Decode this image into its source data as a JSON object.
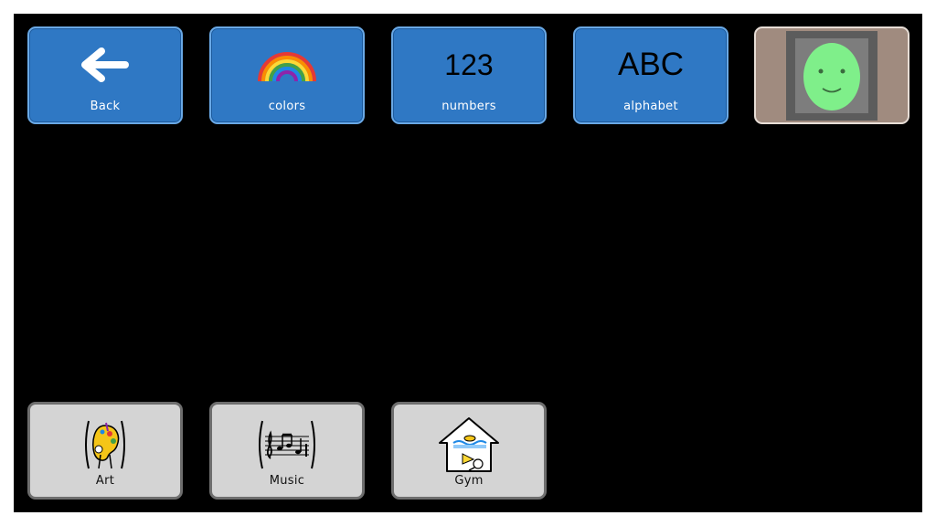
{
  "tiles_top": [
    {
      "label": "Back",
      "icon": "back-arrow-icon"
    },
    {
      "label": "colors",
      "icon": "rainbow-icon"
    },
    {
      "label": "numbers",
      "glyph": "123"
    },
    {
      "label": "alphabet",
      "glyph": "ABC"
    },
    {
      "label": "",
      "icon": "face-icon"
    }
  ],
  "tiles_bottom": [
    {
      "label": "Art",
      "icon": "art-palette-icon"
    },
    {
      "label": "Music",
      "icon": "music-notes-icon"
    },
    {
      "label": "Gym",
      "icon": "gym-house-icon"
    }
  ],
  "colors": {
    "board_bg": "#000000",
    "blue_tile": "#2f78c4",
    "gray_tile": "#d4d4d4",
    "face_tile": "#a08b7f",
    "face_green": "#7fef8a"
  }
}
